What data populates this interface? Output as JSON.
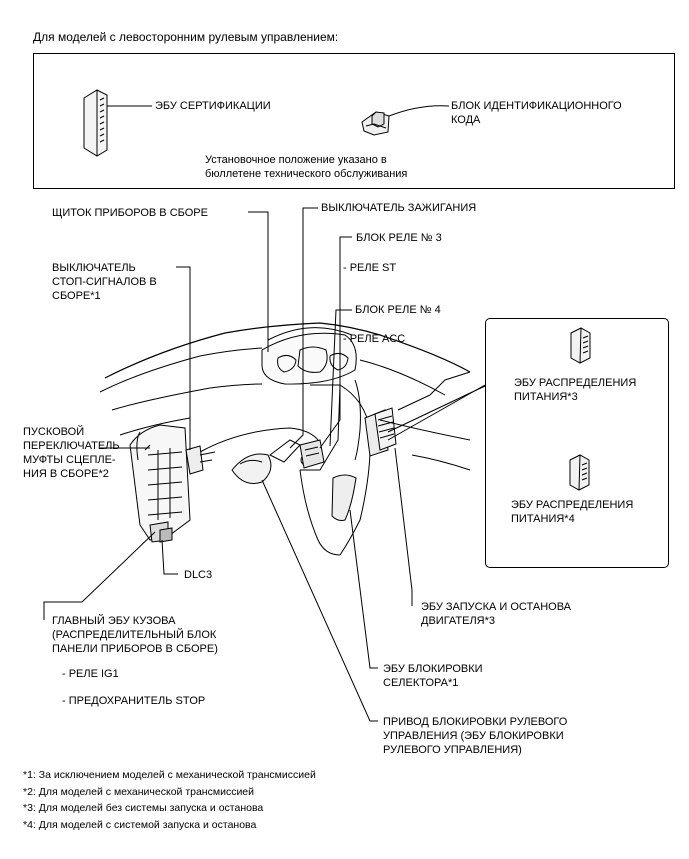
{
  "heading": "Для моделей с левосторонним рулевым управлением:",
  "top_box": {
    "ecu_cert": "ЭБУ СЕРТИФИКАЦИИ",
    "id_code_block": [
      "БЛОК ИДЕНТИФИКАЦИОННОГО",
      "КОДА"
    ],
    "install_note": [
      "Установочное положение указано в",
      "бюллетене технического обслуживания"
    ]
  },
  "labels": {
    "instrument_panel": "ЩИТОК ПРИБОРОВ В СБОРЕ",
    "ignition_switch": "ВЫКЛЮЧАТЕЛЬ ЗАЖИГАНИЯ",
    "relay_block_3": "БЛОК РЕЛЕ № 3",
    "relay_st": "- РЕЛЕ ST",
    "relay_block_4": "БЛОК РЕЛЕ № 4",
    "relay_acc": "- РЕЛЕ ACC",
    "stop_light_switch": [
      "ВЫКЛЮЧАТЕЛЬ",
      "СТОП-СИГНАЛОВ В",
      "СБОРЕ*1"
    ],
    "clutch_switch": [
      "ПУСКОВОЙ",
      "ПЕРЕКЛЮЧАТЕЛЬ",
      "МУФТЫ СЦЕПЛЕ-",
      "НИЯ В СБОРЕ*2"
    ],
    "dlc3": "DLC3",
    "main_body_ecu": [
      "ГЛАВНЫЙ ЭБУ КУЗОВА",
      "(РАСПРЕДЕЛИТЕЛЬНЫЙ БЛОК",
      "ПАНЕЛИ ПРИБОРОВ В СБОРЕ)"
    ],
    "relay_ig1": "- РЕЛЕ IG1",
    "fuse_stop": "- ПРЕДОХРАНИТЕЛЬ STOP",
    "power_dist_ecu_3": [
      "ЭБУ РАСПРЕДЕЛЕНИЯ",
      "ПИТАНИЯ*3"
    ],
    "power_dist_ecu_4": [
      "ЭБУ РАСПРЕДЕЛЕНИЯ",
      "ПИТАНИЯ*4"
    ],
    "engine_start_stop_ecu": [
      "ЭБУ ЗАПУСКА И ОСТАНОВА",
      "ДВИГАТЕЛЯ*3"
    ],
    "shift_lock_ecu": [
      "ЭБУ БЛОКИРОВКИ",
      "СЕЛЕКТОРА*1"
    ],
    "steering_lock": [
      "ПРИВОД БЛОКИРОВКИ РУЛЕВОГО",
      "УПРАВЛЕНИЯ (ЭБУ БЛОКИРОВКИ",
      "РУЛЕВОГО УПРАВЛЕНИЯ)"
    ]
  },
  "footnotes": [
    "*1: За исключением моделей с механической трансмиссией",
    "*2: Для моделей с механической трансмиссией",
    "*3: Для моделей без системы запуска и останова",
    "*4: Для моделей с системой запуска и останова"
  ]
}
